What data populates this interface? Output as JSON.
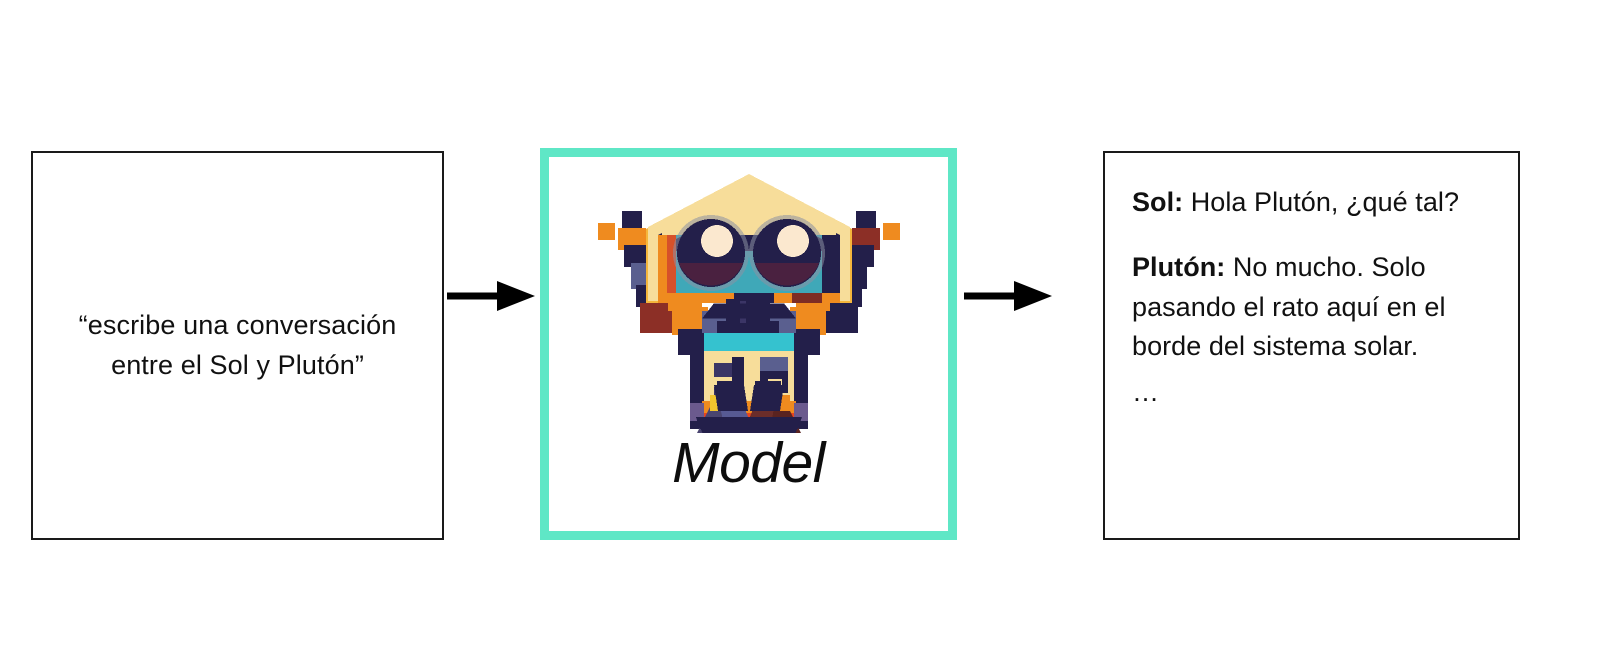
{
  "diagram": {
    "title": "Model prompt and response flow",
    "background_color": "#ffffff"
  },
  "prompt_box": {
    "name": "prompt",
    "text": "“escribe una conversación entre el Sol y Plutón”",
    "border_color": "#1a1a1a",
    "text_color": "#111111",
    "align": "center"
  },
  "model_box": {
    "name": "model",
    "label": "Model",
    "label_style": "italic",
    "border_color": "#5fe7c6",
    "icon": "robot-illustration",
    "robot_colors": {
      "head_outline": "#f5b63c",
      "head_fill_light": "#f7dd9a",
      "head_dark": "#231f4a",
      "face_teal": "#3fa8b8",
      "eye_dark": "#231f4a",
      "eye_highlight": "#fbe8cf",
      "body_cream": "#f7dd9a",
      "body_orange": "#ef8b1f",
      "body_red": "#e8441f",
      "arm_navy": "#231f4a",
      "arm_slate": "#5a5f8f",
      "arm_maroon": "#8c2f26",
      "foot_purple": "#575a93",
      "foot_maroon": "#6b2d2a"
    }
  },
  "output_box": {
    "name": "output",
    "border_color": "#1a1a1a",
    "text_color": "#111111",
    "lines": [
      {
        "speaker": "Sol:",
        "text": " Hola Plutón, ¿qué tal?"
      },
      {
        "speaker": "Plutón:",
        "text": " No mucho. Solo pasando el rato aquí en el borde del sistema solar."
      }
    ],
    "ellipsis": "…"
  },
  "arrows": [
    {
      "name": "arrow-prompt-to-model",
      "direction": "right",
      "color": "#000000"
    },
    {
      "name": "arrow-model-to-output",
      "direction": "right",
      "color": "#000000"
    }
  ]
}
